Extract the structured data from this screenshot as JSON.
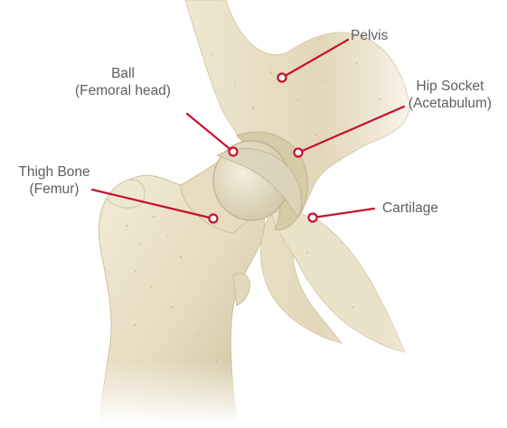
{
  "colors": {
    "leader": "#c8102e",
    "label_text": "#5f5f5f",
    "bone": "#e9dfc6",
    "bone_shadow": "#cbbd9b",
    "cartilage": "#dcd3bd"
  },
  "labels": {
    "pelvis": {
      "line1": "Pelvis"
    },
    "ball": {
      "line1": "Ball",
      "line2": "(Femoral head)"
    },
    "hip_socket": {
      "line1": "Hip Socket",
      "line2": "(Acetabulum)"
    },
    "thigh_bone": {
      "line1": "Thigh Bone",
      "line2": "(Femur)"
    },
    "cartilage": {
      "line1": "Cartilage"
    }
  }
}
